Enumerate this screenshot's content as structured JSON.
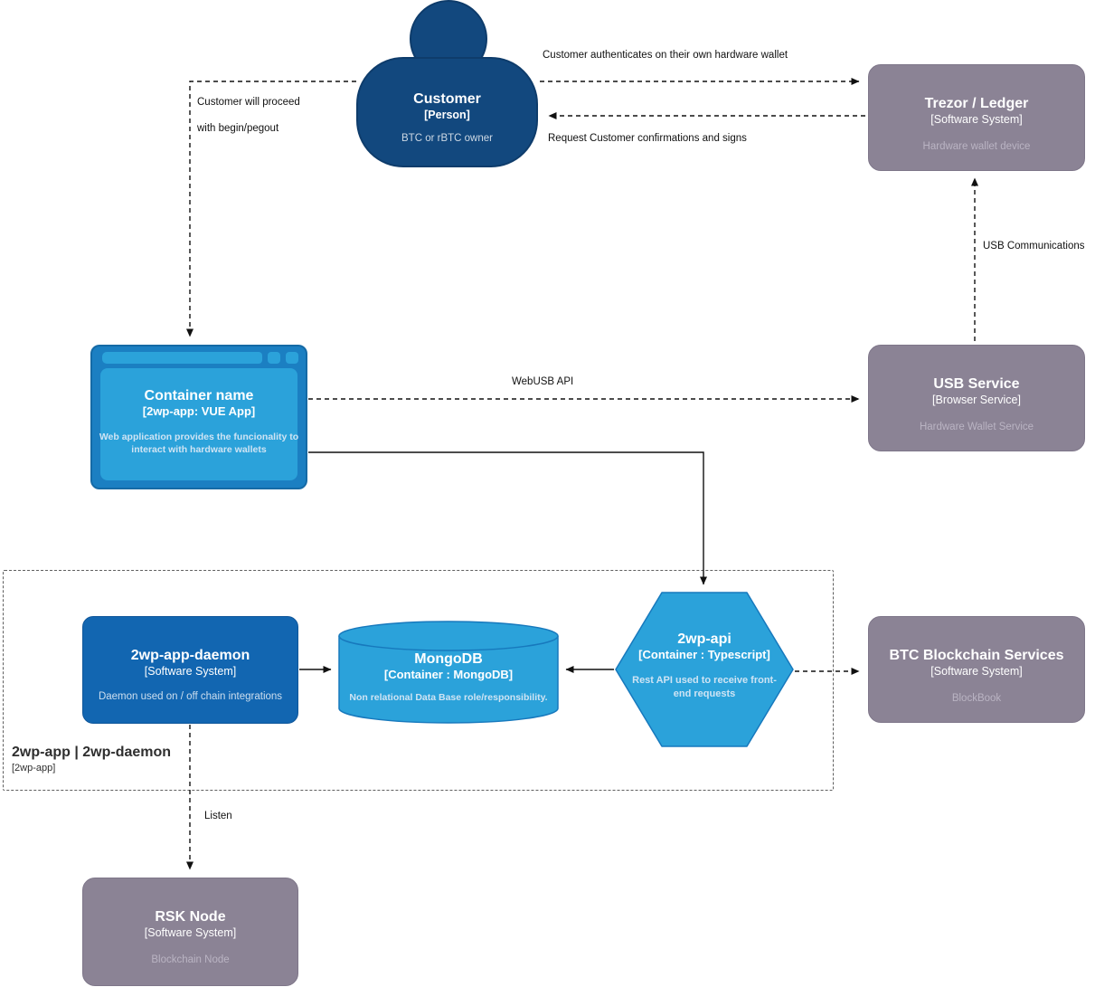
{
  "nodes": {
    "customer": {
      "title": "Customer",
      "subtitle": "[Person]",
      "description": "BTC or rBTC owner"
    },
    "trezor": {
      "title": "Trezor / Ledger",
      "subtitle": "[Software System]",
      "description": "Hardware wallet device"
    },
    "webapp": {
      "title": "Container name",
      "subtitle": "[2wp-app: VUE App]",
      "description": "Web application provides the funcionality to interact with hardware wallets"
    },
    "usb": {
      "title": "USB Service",
      "subtitle": "[Browser Service]",
      "description": "Hardware Wallet Service"
    },
    "daemon": {
      "title": "2wp-app-daemon",
      "subtitle": "[Software System]",
      "description": "Daemon used on / off chain integrations"
    },
    "mongodb": {
      "title": "MongoDB",
      "subtitle": "[Container : MongoDB]",
      "description": "Non relational Data Base role/responsibility."
    },
    "api": {
      "title": "2wp-api",
      "subtitle": "[Container : Typescript]",
      "description": "Rest API used to receive front-end requests"
    },
    "btc": {
      "title": "BTC Blockchain Services",
      "subtitle": "[Software System]",
      "description": "BlockBook"
    },
    "rsk": {
      "title": "RSK Node",
      "subtitle": "[Software System]",
      "description": "Blockchain Node"
    }
  },
  "boundary": {
    "title": "2wp-app | 2wp-daemon",
    "subtitle": "[2wp-app]"
  },
  "connections": {
    "auth": {
      "label": "Customer authenticates on their own hardware wallet"
    },
    "confirm": {
      "label": "Request Customer confirmations and signs"
    },
    "proceed": {
      "label_line1": "Customer will proceed",
      "label_line2": "with begin/pegout"
    },
    "usbcomm": {
      "label": "USB Communications"
    },
    "webusb": {
      "label": "WebUSB API"
    },
    "listen": {
      "label": "Listen"
    }
  },
  "colors": {
    "person": "#12487e",
    "external_gray": "#8b8395",
    "container_blue": "#2ba2da",
    "browser_frame": "#1b7fc2",
    "daemon_blue": "#1266b1",
    "shape_stroke": "#1779bd"
  }
}
